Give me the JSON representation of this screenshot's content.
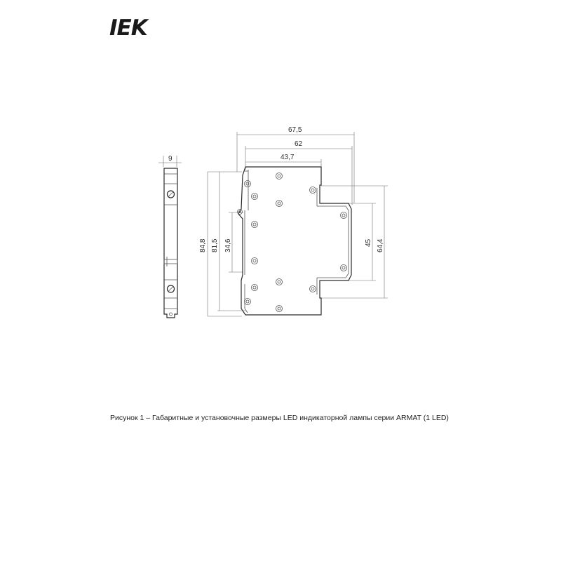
{
  "logo": {
    "text": "IEK",
    "color": "#1a1a1a"
  },
  "dimensions": {
    "side_width": "9",
    "total_width": "67,5",
    "width_62": "62",
    "width_43_7": "43,7",
    "height_84_8": "84,8",
    "height_81_5": "81,5",
    "height_34_6": "34,6",
    "height_45": "45",
    "height_64_4": "64,4"
  },
  "caption": "Рисунок 1 – Габаритные и установочные размеры LED индикаторной лампы серии ARMAT (1 LED)"
}
